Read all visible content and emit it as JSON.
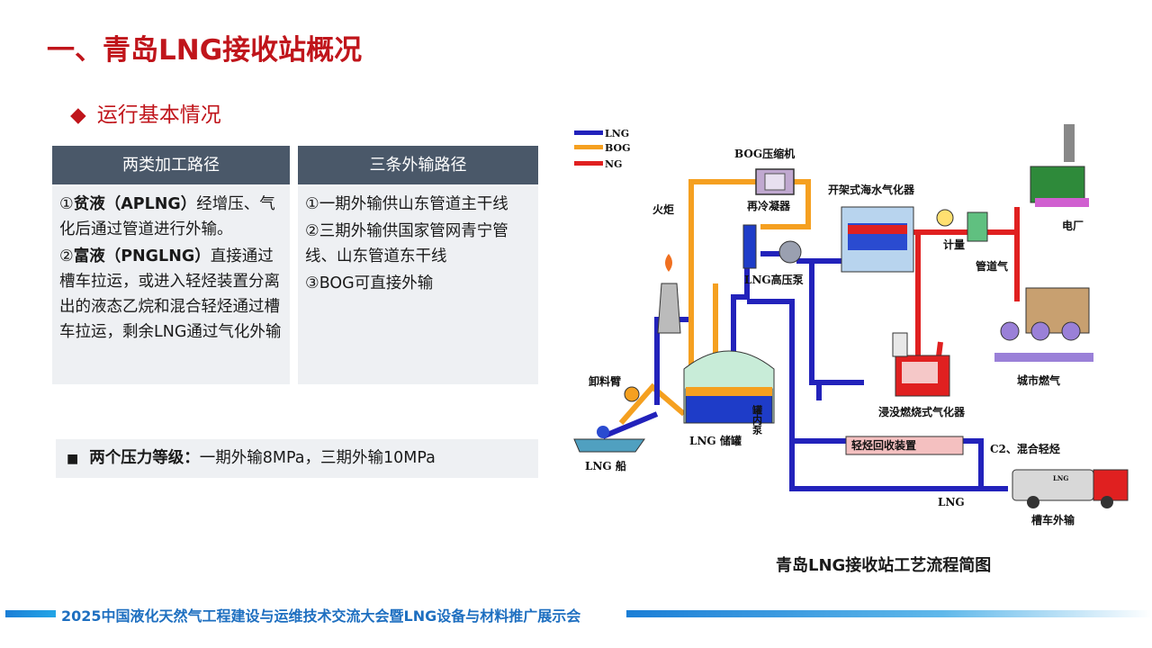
{
  "title": "一、青岛LNG接收站概况",
  "subtitle": {
    "bullet": "◆",
    "text": "运行基本情况"
  },
  "table": {
    "col1": {
      "header": "两类加工路径",
      "items": [
        {
          "prefix": "①",
          "bold": "贫液（APLNG）",
          "text": "经增压、气化后通过管道进行外输。"
        },
        {
          "prefix": "②",
          "bold": "富液（PNGLNG）",
          "text": "直接通过槽车拉运，或进入轻烃装置分离出的液态乙烷和混合轻烃通过槽车拉运，剩余LNG通过气化外输"
        }
      ]
    },
    "col2": {
      "header": "三条外输路径",
      "items": [
        "①一期外输供山东管道主干线",
        "②三期外输供国家管网青宁管线、山东管道东干线",
        "③BOG可直接外输"
      ]
    }
  },
  "pressure": {
    "bullet": "■",
    "bold": "两个压力等级：",
    "text": "一期外输8MPa，三期外输10MPa"
  },
  "diagram": {
    "legend": [
      {
        "label": "LNG",
        "color": "#2222bb"
      },
      {
        "label": "BOG",
        "color": "#f5a020"
      },
      {
        "label": "NG",
        "color": "#e02020"
      }
    ],
    "labels": {
      "bog_compressor": "BOG压缩机",
      "torch": "火炬",
      "recondenser": "再冷凝器",
      "orv": "开架式海水气化器",
      "meter": "计量",
      "pipeline_gas": "管道气",
      "power_plant": "电厂",
      "hp_pump": "LNG高压泵",
      "city_gas": "城市燃气",
      "unloading_arm": "卸料臂",
      "in_tank_pump": "罐内泵",
      "scv": "浸没燃烧式气化器",
      "ngl_unit": "轻烃回收装置",
      "c2": "C2、混合轻烃",
      "lng_ship": "LNG 船",
      "lng_tank": "LNG 储罐",
      "lng_line": "LNG",
      "truck": "槽车外输",
      "truck_label": "LNG"
    },
    "caption": "青岛LNG接收站工艺流程简图"
  },
  "footer": "2025中国液化天然气工程建设与运维技术交流大会暨LNG设备与材料推广展示会",
  "colors": {
    "title_red": "#c0151b",
    "header_bg": "#4a5869",
    "cell_bg": "#eef0f3",
    "footer_blue": "#1e6fc0"
  }
}
